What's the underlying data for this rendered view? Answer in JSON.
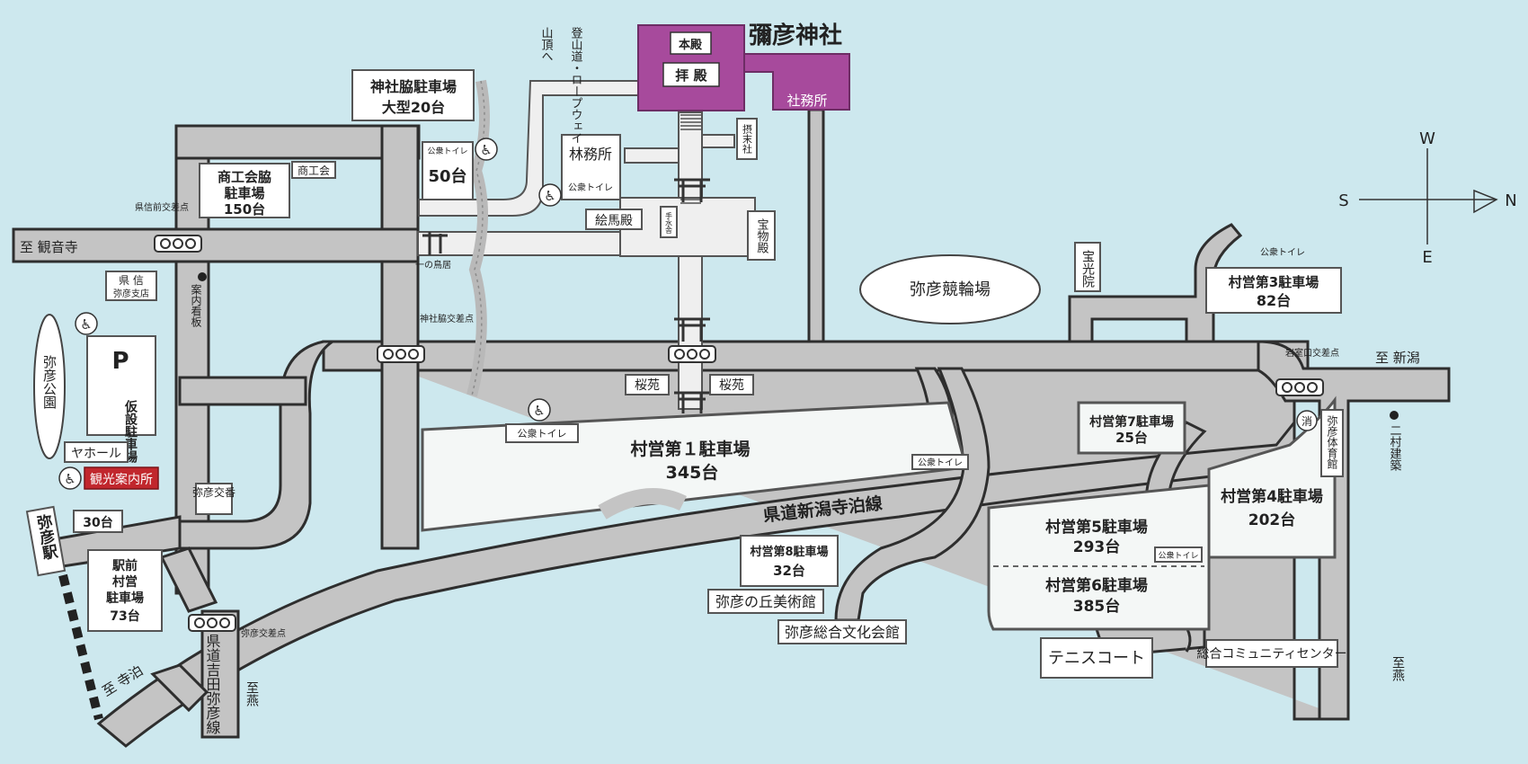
{
  "shrine": {
    "title": "彌彦神社",
    "honden": "本殿",
    "haiden": "拝 殿",
    "shamusho": "社務所",
    "sessha": "摂末社",
    "ringyo": "林務所",
    "ema": "絵馬殿",
    "temizu": "手水舎",
    "homotsu": "宝物殿",
    "torii": "一の鳥居",
    "tozan": "登山道・ロープウェイ",
    "sancho": "山頂へ"
  },
  "parking": {
    "wakibus_title": "神社脇駐車場",
    "wakibus_sub": "大型20台",
    "waki50": "50台",
    "shoko_1": "商工会脇",
    "shoko_2": "駐車場",
    "shoko_3": "150台",
    "kasetsu_p": "P",
    "kasetsu_text": "仮設駐車場",
    "lot30": "30台",
    "ekimae_1": "駅前",
    "ekimae_2": "村営",
    "ekimae_3": "駐車場",
    "ekimae_4": "73台",
    "lot1_name": "村営第１駐車場",
    "lot1_count": "345台",
    "lot3_name": "村営第3駐車場",
    "lot3_count": "82台",
    "lot4_name": "村営第4駐車場",
    "lot4_count": "202台",
    "lot5_name": "村営第5駐車場",
    "lot5_count": "293台",
    "lot6_name": "村営第6駐車場",
    "lot6_count": "385台",
    "lot7_name": "村営第7駐車場",
    "lot7_count": "25台",
    "lot8_name": "村営第8駐車場",
    "lot8_count": "32台"
  },
  "places": {
    "shokokai": "商工会",
    "kenshin_1": "県 信",
    "kenshin_2": "弥彦支店",
    "annai": "案内看板",
    "koen": "弥彦公園",
    "yahall": "ヤホール",
    "kanko": "観光案内所",
    "koban": "弥彦交番",
    "station": "弥彦駅",
    "oen_left": "桜苑",
    "oen_right": "桜苑",
    "keirin": "弥彦競輪場",
    "hokoin": "宝光院",
    "fire": "消",
    "taiikukan": "弥彦体育館",
    "museum": "弥彦の丘美術館",
    "bunka": "弥彦総合文化会館",
    "tennis": "テニスコート",
    "community": "総合コミュニティセンター",
    "nimura": "二村建築",
    "toilet": "公衆トイレ"
  },
  "roads": {
    "kendo_niigata": "県道新潟寺泊線",
    "kendo_yoshida": "県道吉田弥彦線",
    "to_kannonji": "至 観音寺",
    "to_niigata": "至 新潟",
    "to_teradomari": "至 寺泊",
    "to_tsubame_1": "至燕",
    "to_tsubame_2": "至燕",
    "kenshin_koten": "県信前交差点",
    "jinja_koten": "神社脇交差点",
    "yahiko_koten": "弥彦交差点",
    "iwamuro_koten": "岩室口交差点"
  },
  "compass": {
    "w": "W",
    "s": "S",
    "n": "N",
    "e": "E"
  },
  "colors": {
    "water": "#cde8ee",
    "road": "#c4c4c4",
    "shrine": "#a74a9c",
    "kanko": "#c1272d"
  }
}
